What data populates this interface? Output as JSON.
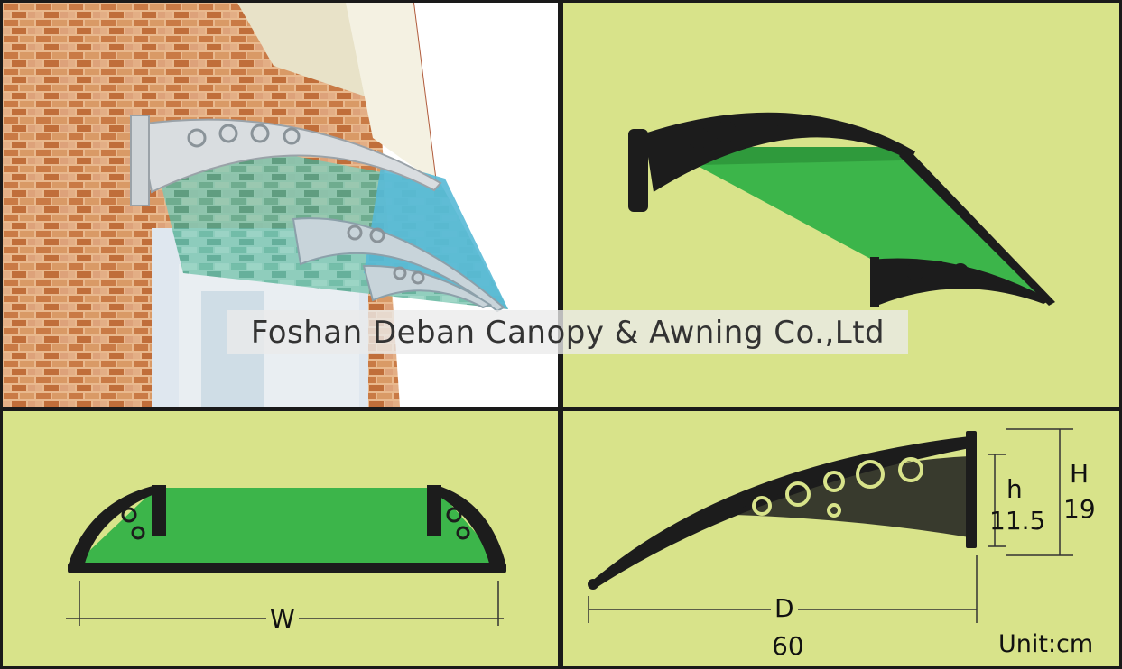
{
  "company_banner": "Foshan Deban Canopy & Awning Co.,Ltd",
  "dimensions": {
    "width_label": "W",
    "depth_label": "D",
    "depth_value": "60",
    "inner_height_label": "h",
    "inner_height_value": "11.5",
    "total_height_label": "H",
    "total_height_value": "19",
    "unit": "Unit:cm"
  },
  "colors": {
    "background_panel": "#d8e38a",
    "canopy_green": "#3cb54a",
    "bracket_black": "#1c1c1c",
    "brick": "#c9824d"
  }
}
